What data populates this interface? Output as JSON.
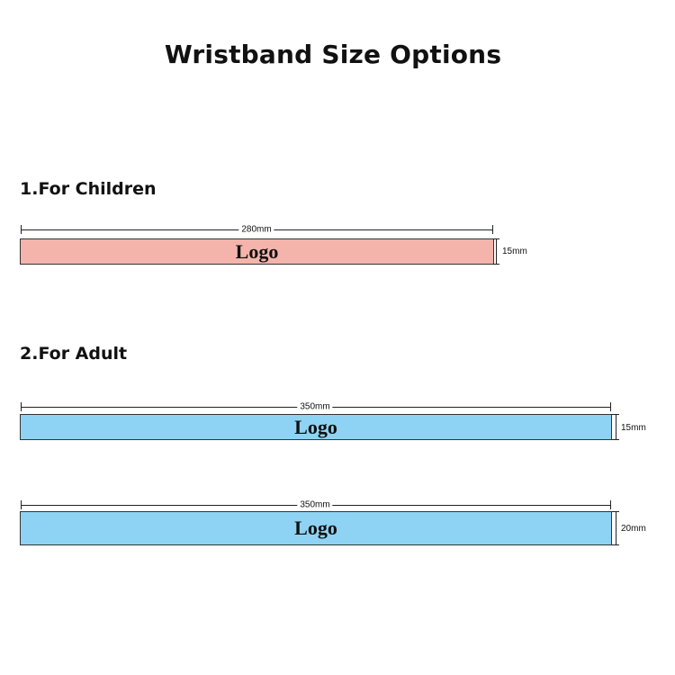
{
  "title": "Wristband Size Options",
  "colors": {
    "child_band": "#f4b4ab",
    "adult_band": "#8fd3f4"
  },
  "sections": [
    {
      "label": "1.For Children",
      "bands": [
        {
          "length": "280mm",
          "width": "15mm",
          "logo": "Logo"
        }
      ]
    },
    {
      "label": "2.For Adult",
      "bands": [
        {
          "length": "350mm",
          "width": "15mm",
          "logo": "Logo"
        },
        {
          "length": "350mm",
          "width": "20mm",
          "logo": "Logo"
        }
      ]
    }
  ]
}
